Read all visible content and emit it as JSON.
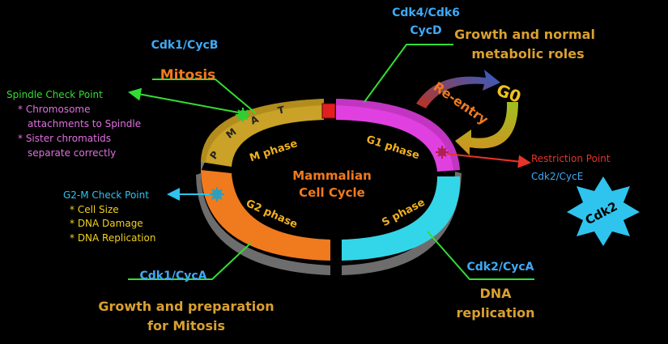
{
  "center_title": [
    "Mammalian",
    "Cell Cycle"
  ],
  "phases": {
    "m": "M phase",
    "g1": "G1 phase",
    "s": "S phase",
    "g2": "G2 phase"
  },
  "mitosis_letters": [
    "P",
    "M",
    "A",
    "T"
  ],
  "top_left": {
    "complex": "Cdk1/CycB",
    "process": "Mitosis"
  },
  "top_right": {
    "complex": [
      "Cdk4/Cdk6",
      "CycD"
    ],
    "process": [
      "Growth and normal",
      "metabolic roles"
    ]
  },
  "g0": {
    "label": "G0",
    "reentry": "Re-entry"
  },
  "spindle": {
    "title": "Spindle Check Point",
    "items": [
      "* Chromosome",
      "attachments to Spindle",
      "* Sister chromatids",
      "separate correctly"
    ]
  },
  "g2m": {
    "title": "G2-M Check Point",
    "items": [
      "* Cell Size",
      "* DNA Damage",
      "* DNA Replication"
    ]
  },
  "restriction": {
    "title": "Restriction Point",
    "complex": "Cdk2/CycE"
  },
  "cdk2_star": "Cdk2",
  "bottom_left": {
    "complex": "Cdk1/CycA",
    "process": [
      "Growth and preparation",
      "for Mitosis"
    ]
  },
  "bottom_right": {
    "complex": "Cdk2/CycA",
    "process": [
      "DNA",
      "replication"
    ]
  },
  "colors": {
    "m_phase": "#c9a227",
    "g1_phase": "#e040e0",
    "s_phase": "#33d6e8",
    "g2_phase": "#f07a1e",
    "complex_text": "#3fa9f5",
    "process_text": "#d9a030",
    "mitosis_text": "#f07a1e",
    "leader": "#33dd33",
    "checkpoint_green": "#33dd33",
    "checkpoint_pink": "#e070e0",
    "g2m_blue": "#2ec4ee",
    "restriction_red": "#e8332a",
    "star": "#2ec4ee"
  }
}
